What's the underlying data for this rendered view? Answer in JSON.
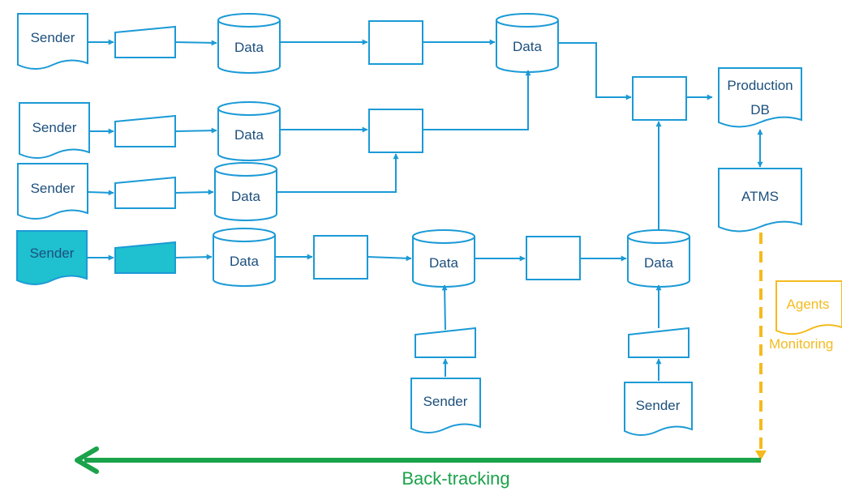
{
  "labels": {
    "sender": "Sender",
    "data": "Data",
    "production_db_line1": "Production",
    "production_db_line2": "DB",
    "atms": "ATMS",
    "agents": "Agents",
    "monitoring": "Monitoring",
    "back_tracking": "Back-tracking"
  },
  "colors": {
    "flow": "#1b9ad6",
    "highlight_fill": "#1fc0cf",
    "text": "#1c4f7d",
    "monitoring": "#f4bb1f",
    "back_tracking": "#1aa34a"
  }
}
